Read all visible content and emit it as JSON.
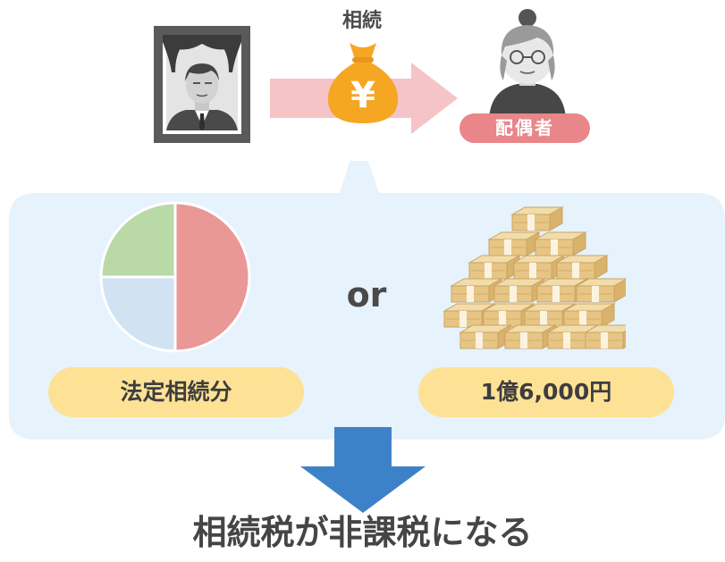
{
  "inherit_label": "相続",
  "money_symbol": "¥",
  "spouse_label": "配偶者",
  "connector_word": "or",
  "statutory_share_label": "法定相続分",
  "amount_label": "1億6,000円",
  "conclusion": "相続税が非課税になる",
  "pie_slices": [
    {
      "share": 0.5,
      "color": "#e99896"
    },
    {
      "share": 0.25,
      "color": "#d1e2f3"
    },
    {
      "share": 0.25,
      "color": "#b9d9a7"
    }
  ],
  "colors": {
    "arrow_pink": "#f4c4c7",
    "bag_orange": "#f5a623",
    "callout_bg": "#e6f2fc",
    "down_arrow": "#3d82c8",
    "pill_bg": "#fde296",
    "badge_bg": "#e8868a"
  },
  "icons": [
    "funeral-portrait-icon",
    "money-bag-icon",
    "grandmother-icon",
    "cash-stack-icon"
  ]
}
